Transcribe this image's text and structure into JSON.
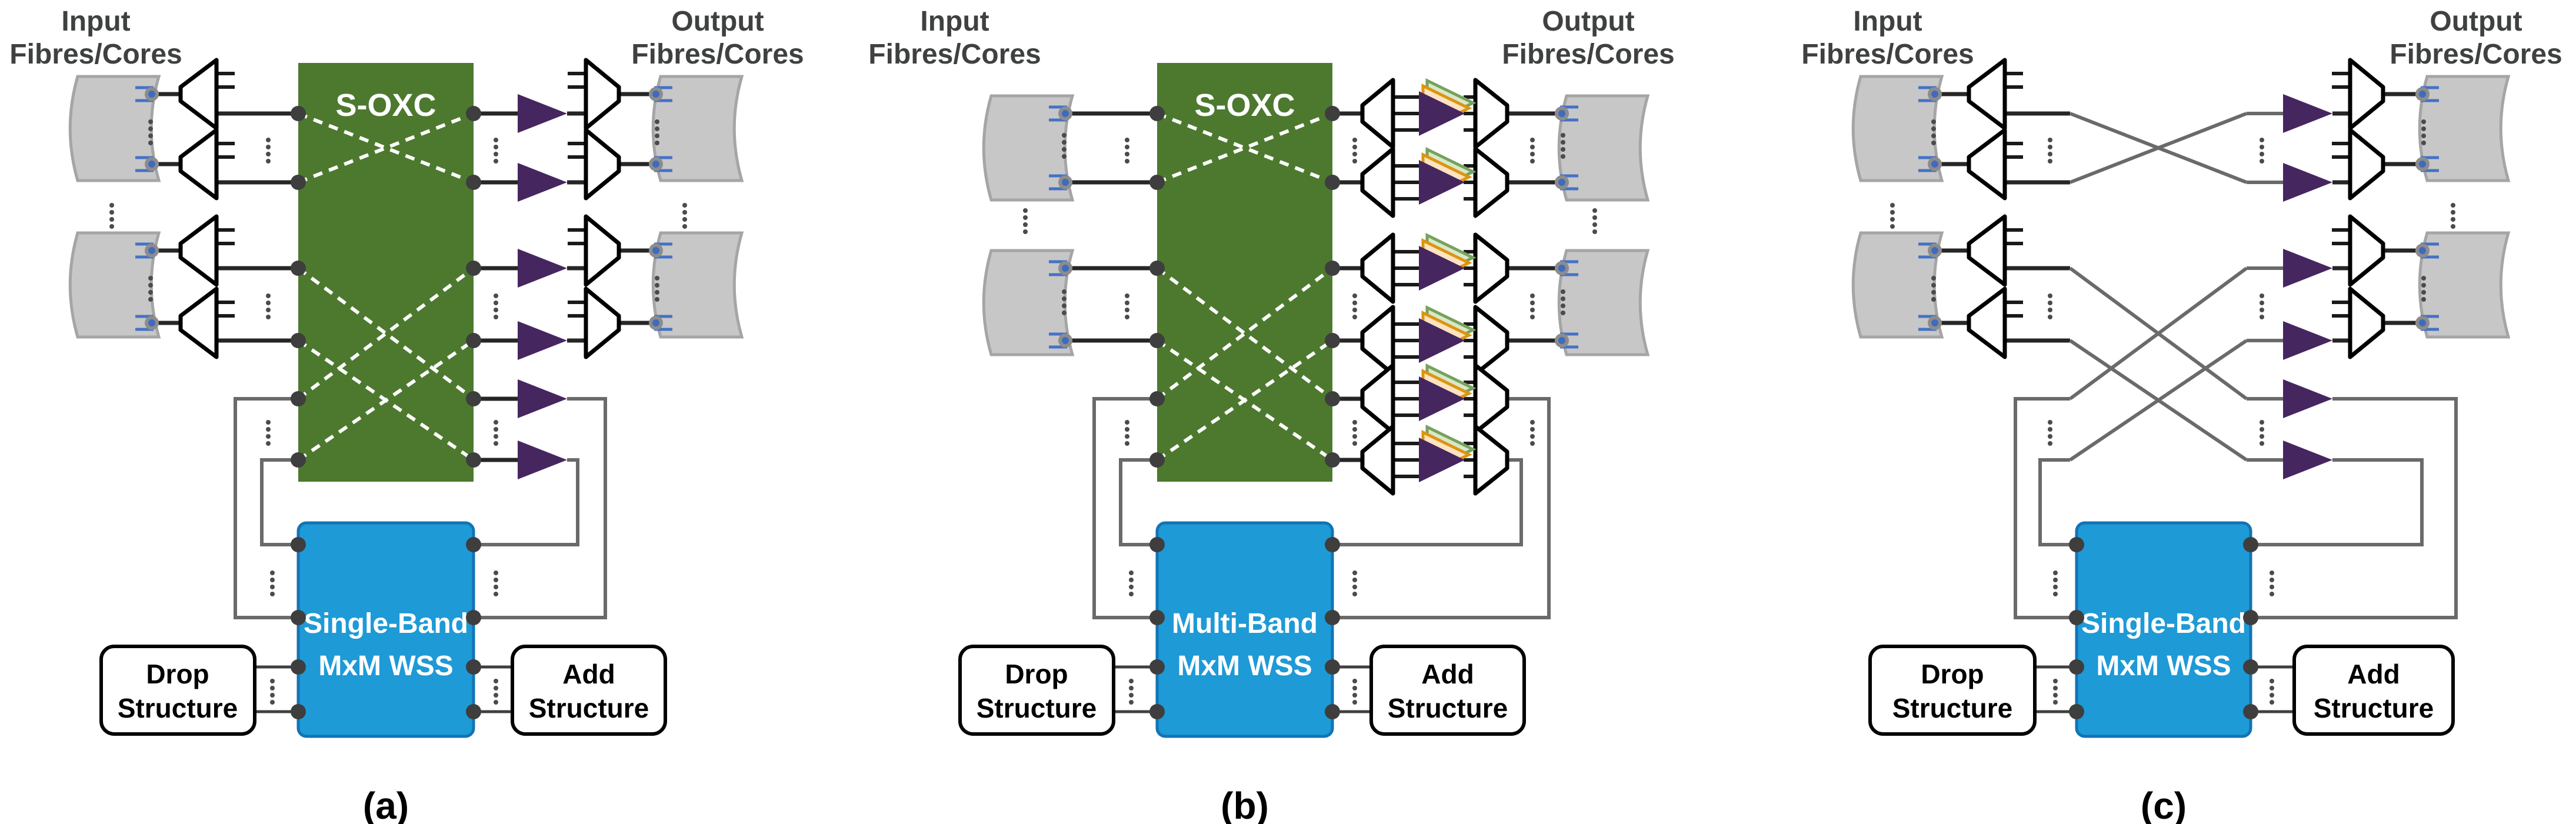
{
  "figure_type": "optical-node-architectures-diagram",
  "colors": {
    "switch_green": "#4D792F",
    "wss_blue": "#1E9AD6",
    "wss_blue_border": "#1373B4",
    "amplifier_purple": "#46265F",
    "band_layer_green_fill": "#D8E8C9",
    "band_layer_green_stroke": "#76A25C",
    "band_layer_orange_fill": "#FDE3C0",
    "band_layer_orange_stroke": "#DD9411",
    "fibre_grey_fill": "#C7C7C7",
    "fibre_grey_stroke": "#A5A5A5",
    "connector_blue": "#3E6BBF",
    "title_grey": "#3F4040",
    "line_black": "#262626",
    "line_grey": "#6A6A6A"
  },
  "panels": [
    {
      "caption": "(a)",
      "input_title_1": "Input",
      "input_title_2": "Fibres/Cores",
      "output_title_1": "Output",
      "output_title_2": "Fibres/Cores",
      "switch_label": "S-OXC",
      "wss_1": "Single-Band",
      "wss_2": "MxM WSS",
      "drop_1": "Drop",
      "drop_2": "Structure",
      "add_1": "Add",
      "add_2": "Structure"
    },
    {
      "caption": "(b)",
      "input_title_1": "Input",
      "input_title_2": "Fibres/Cores",
      "output_title_1": "Output",
      "output_title_2": "Fibres/Cores",
      "switch_label": "S-OXC",
      "wss_1": "Multi-Band",
      "wss_2": "MxM WSS",
      "drop_1": "Drop",
      "drop_2": "Structure",
      "add_1": "Add",
      "add_2": "Structure"
    },
    {
      "caption": "(c)",
      "input_title_1": "Input",
      "input_title_2": "Fibres/Cores",
      "output_title_1": "Output",
      "output_title_2": "Fibres/Cores",
      "wss_1": "Single-Band",
      "wss_2": "MxM WSS",
      "drop_1": "Drop",
      "drop_2": "Structure",
      "add_1": "Add",
      "add_2": "Structure"
    }
  ]
}
